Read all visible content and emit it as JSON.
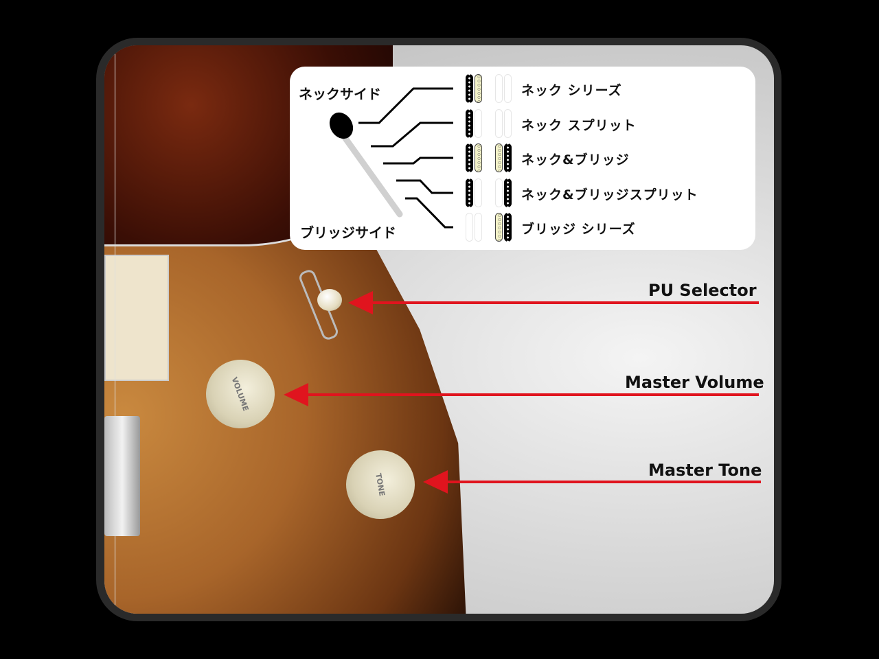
{
  "selector_panel": {
    "neck_side_label": "ネックサイド",
    "bridge_side_label": "ブリッジサイド",
    "positions": [
      {
        "label": "ネック シリーズ",
        "neck": [
          true,
          true
        ],
        "bridge": [
          false,
          false
        ]
      },
      {
        "label": "ネック スプリット",
        "neck": [
          true,
          false
        ],
        "bridge": [
          false,
          false
        ]
      },
      {
        "label": "ネック&ブリッジ",
        "neck": [
          true,
          true
        ],
        "bridge": [
          true,
          true
        ]
      },
      {
        "label": "ネック&ブリッジスプリット",
        "neck": [
          true,
          false
        ],
        "bridge": [
          true,
          false
        ]
      },
      {
        "label": "ブリッジ シリーズ",
        "neck": [
          false,
          false
        ],
        "bridge": [
          true,
          true
        ]
      }
    ]
  },
  "annotations": {
    "pu_selector": "PU Selector",
    "master_volume": "Master Volume",
    "master_tone": "Master Tone"
  },
  "knobs": {
    "volume": "VOLUME",
    "tone": "TONE"
  },
  "colors": {
    "arrow": "#e0141e",
    "active_coil_black": "#000000",
    "active_coil_cream": "#f3f2c8"
  }
}
